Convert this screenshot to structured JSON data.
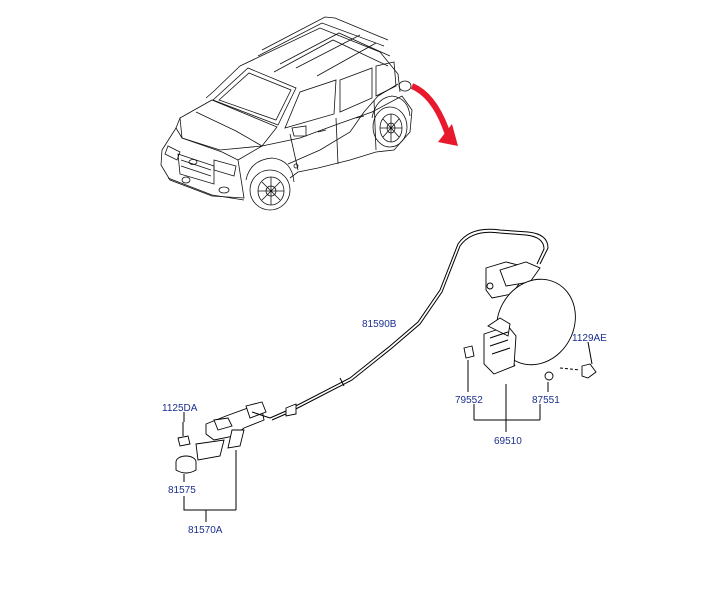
{
  "labels": {
    "cable": "81590B",
    "bolt_right": "1129AE",
    "screw_left": "1125DA",
    "clip": "79552",
    "cap": "87551",
    "housing_assy": "69510",
    "bumper": "81575",
    "opener_assy": "81570A"
  },
  "colors": {
    "label_text": "#1a2f8c",
    "arrow": "#e8192c",
    "line": "#000000"
  },
  "icons": {
    "vehicle": "suv-illustration-icon",
    "arrow": "red-pointer-arrow-icon"
  }
}
